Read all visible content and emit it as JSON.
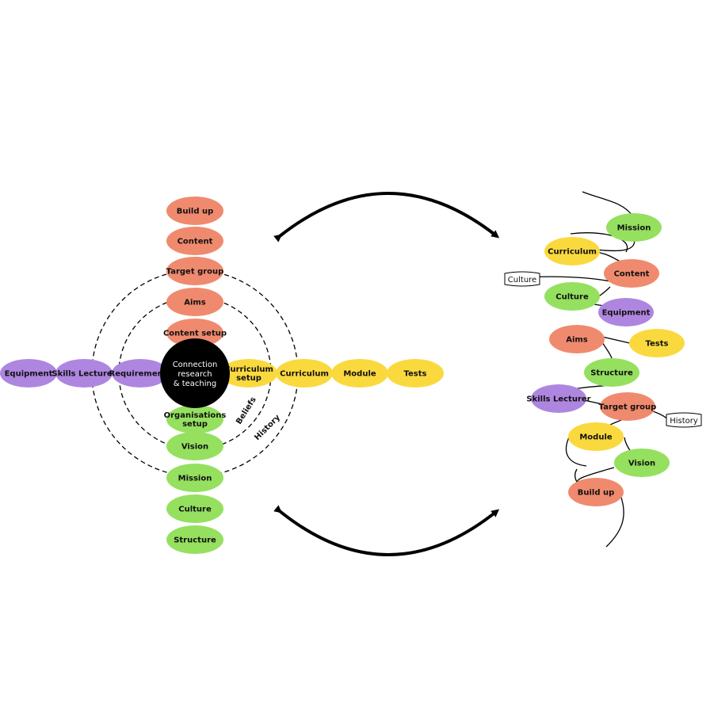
{
  "colors": {
    "salmon": "#F08A6E",
    "green": "#95E05F",
    "yellow": "#FAD93E",
    "purple": "#AE86E0",
    "black": "#000000"
  },
  "left": {
    "center": {
      "lines": [
        "Connection",
        "research",
        "& teaching"
      ]
    },
    "top": [
      "Build up",
      "Content",
      "Target group",
      "Aims",
      "Content setup"
    ],
    "bottom_first": [
      "Organisations",
      "setup"
    ],
    "bottom": [
      "Vision",
      "Mission",
      "Culture",
      "Structure"
    ],
    "left_items": [
      "Equipment",
      "Skills Lecturer",
      "Requirements"
    ],
    "right_first": [
      "Curriculum",
      "setup"
    ],
    "right_items": [
      "Curriculum",
      "Module",
      "Tests"
    ],
    "rings": {
      "inner": "Beliefs",
      "outer": "History"
    }
  },
  "right": {
    "nodes": [
      {
        "label": "Mission",
        "color": "green"
      },
      {
        "label": "Curriculum",
        "color": "yellow"
      },
      {
        "label": "Content",
        "color": "salmon"
      },
      {
        "label": "Culture",
        "color": "green"
      },
      {
        "label": "Equipment",
        "color": "purple"
      },
      {
        "label": "Aims",
        "color": "salmon"
      },
      {
        "label": "Tests",
        "color": "yellow"
      },
      {
        "label": "Structure",
        "color": "green"
      },
      {
        "label": "Skills Lecturer",
        "color": "purple"
      },
      {
        "label": "Target group",
        "color": "salmon"
      },
      {
        "label": "Module",
        "color": "yellow"
      },
      {
        "label": "Vision",
        "color": "green"
      },
      {
        "label": "Build up",
        "color": "salmon"
      }
    ],
    "flags": {
      "culture": "Culture",
      "history": "History"
    }
  }
}
